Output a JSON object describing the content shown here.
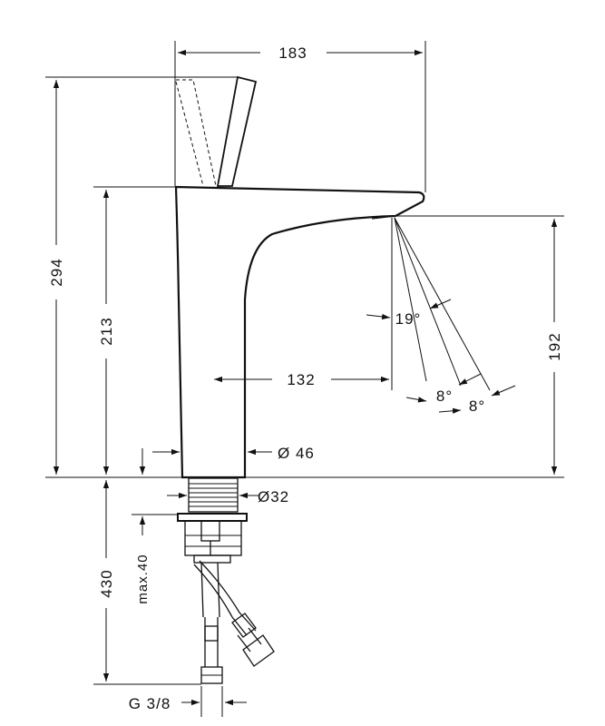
{
  "drawing": {
    "dims": {
      "width_183": "183",
      "height_294": "294",
      "height_213": "213",
      "height_192": "192",
      "reach_132": "132",
      "dia_46": "Ø 46",
      "dia_32": "Ø32",
      "max_40": "max.40",
      "height_430": "430",
      "g38": "G 3/8",
      "angle_19": "19°",
      "angle_8a": "8°",
      "angle_8b": "8°"
    }
  }
}
